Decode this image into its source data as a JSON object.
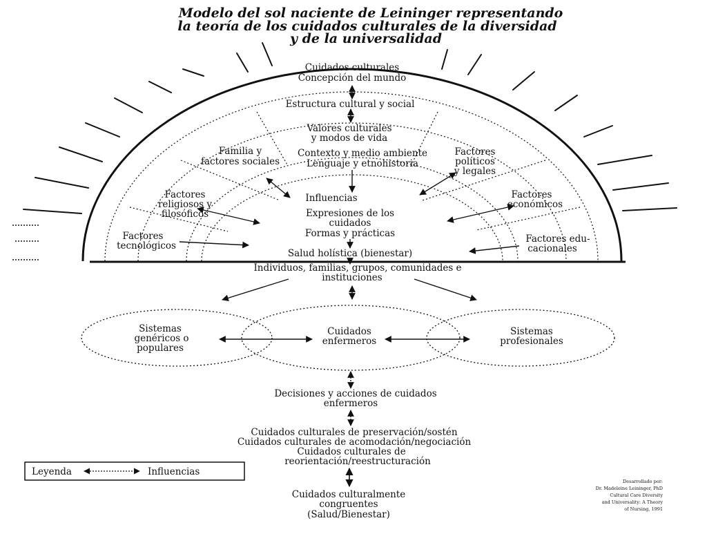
{
  "title": {
    "line1": "Modelo del sol naciente de Leininger representando",
    "line2": "la teoría de los cuidados culturales de la diversidad",
    "line3": "y de la universalidad"
  },
  "sun": {
    "worldview_line1": "Cuidados culturales",
    "worldview_line2": "Concepción del mundo",
    "structure": "Estructura cultural y social",
    "values_line1": "Valores culturales",
    "values_line2": "y modos de vida",
    "context_line1": "Contexto y medio ambiente",
    "context_line2": "Lenguaje y etnohistoria",
    "family_line1": "Familia y",
    "family_line2": "factores sociales",
    "political_line1": "Factores",
    "political_line2": "políticos",
    "political_line3": "y legales",
    "religious_line1": "Factores",
    "religious_line2": "religiosos y",
    "religious_line3": "filosóficos",
    "economic_line1": "Factores",
    "economic_line2": "económicos",
    "tech_line1": "Factores",
    "tech_line2": "tecnológicos",
    "edu_line1": "Factores edu-",
    "edu_line2": "cacionales",
    "influences": "Influencias",
    "expressions_line1": "Expresiones de los",
    "expressions_line2": "cuidados",
    "forms": "Formas y prácticas",
    "health": "Salud holística (bienestar)"
  },
  "lower": {
    "individuals_line1": "Individuos, familias, grupos, comunidades e",
    "individuals_line2": "instituciones",
    "genericas_line1": "Sistemas",
    "genericas_line2": "genéricos o",
    "genericas_line3": "populares",
    "nursing_line1": "Cuidados",
    "nursing_line2": "enfermeros",
    "professional_line1": "Sistemas",
    "professional_line2": "profesionales",
    "decisions_line1": "Decisiones y acciones de cuidados",
    "decisions_line2": "enfermeros",
    "preservation": "Cuidados culturales de preservación/sostén",
    "accommodation": "Cuidados culturales de acomodación/negociación",
    "repatterning_line1": "Cuidados culturales de",
    "repatterning_line2": "reorientación/reestructuración",
    "congruent_line1": "Cuidados culturalmente",
    "congruent_line2": "congruentes",
    "congruent_line3": "(Salud/Bienestar)"
  },
  "legend": {
    "label": "Leyenda",
    "influences": "Influencias"
  },
  "credit": {
    "line1": "Desarrollado por:",
    "line2": "Dr. Madeleine Leininger, PhD",
    "line3": "Cultural Care Diversity",
    "line4": "and Universality: A Theory",
    "line5": "of Nursing, 1991"
  },
  "colors": {
    "ink": "#111111",
    "background": "#ffffff"
  }
}
